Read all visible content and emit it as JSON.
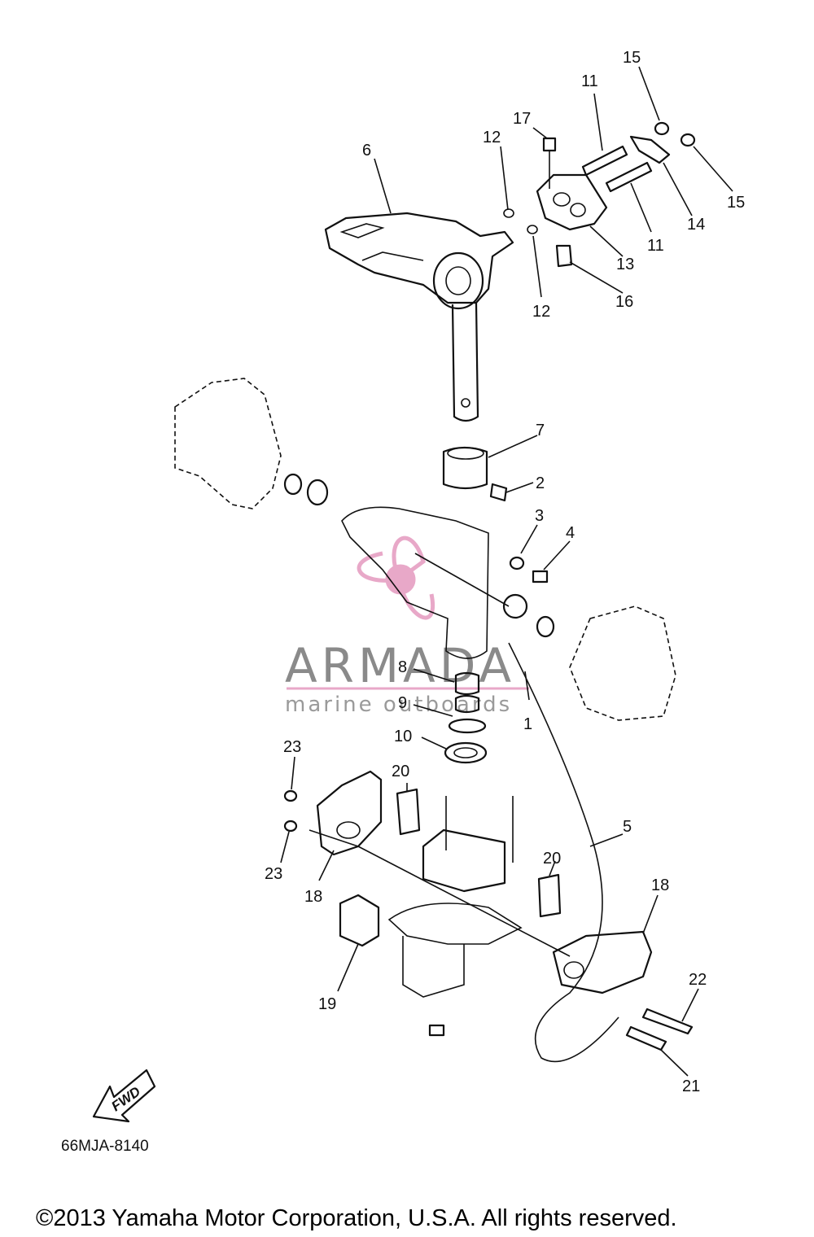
{
  "callouts": [
    "1",
    "2",
    "3",
    "4",
    "5",
    "6",
    "7",
    "8",
    "9",
    "10",
    "11",
    "11",
    "12",
    "12",
    "13",
    "14",
    "15",
    "15",
    "16",
    "17",
    "18",
    "18",
    "19",
    "20",
    "20",
    "21",
    "22",
    "23",
    "23"
  ],
  "watermark": {
    "brand": "ARMADA",
    "tagline": "marine outboards",
    "accent": "#e8a8c8"
  },
  "direction_label": "FWD",
  "diagram_code": "66MJA-8140",
  "copyright": "©2013 Yamaha Motor Corporation, U.S.A. All rights reserved."
}
